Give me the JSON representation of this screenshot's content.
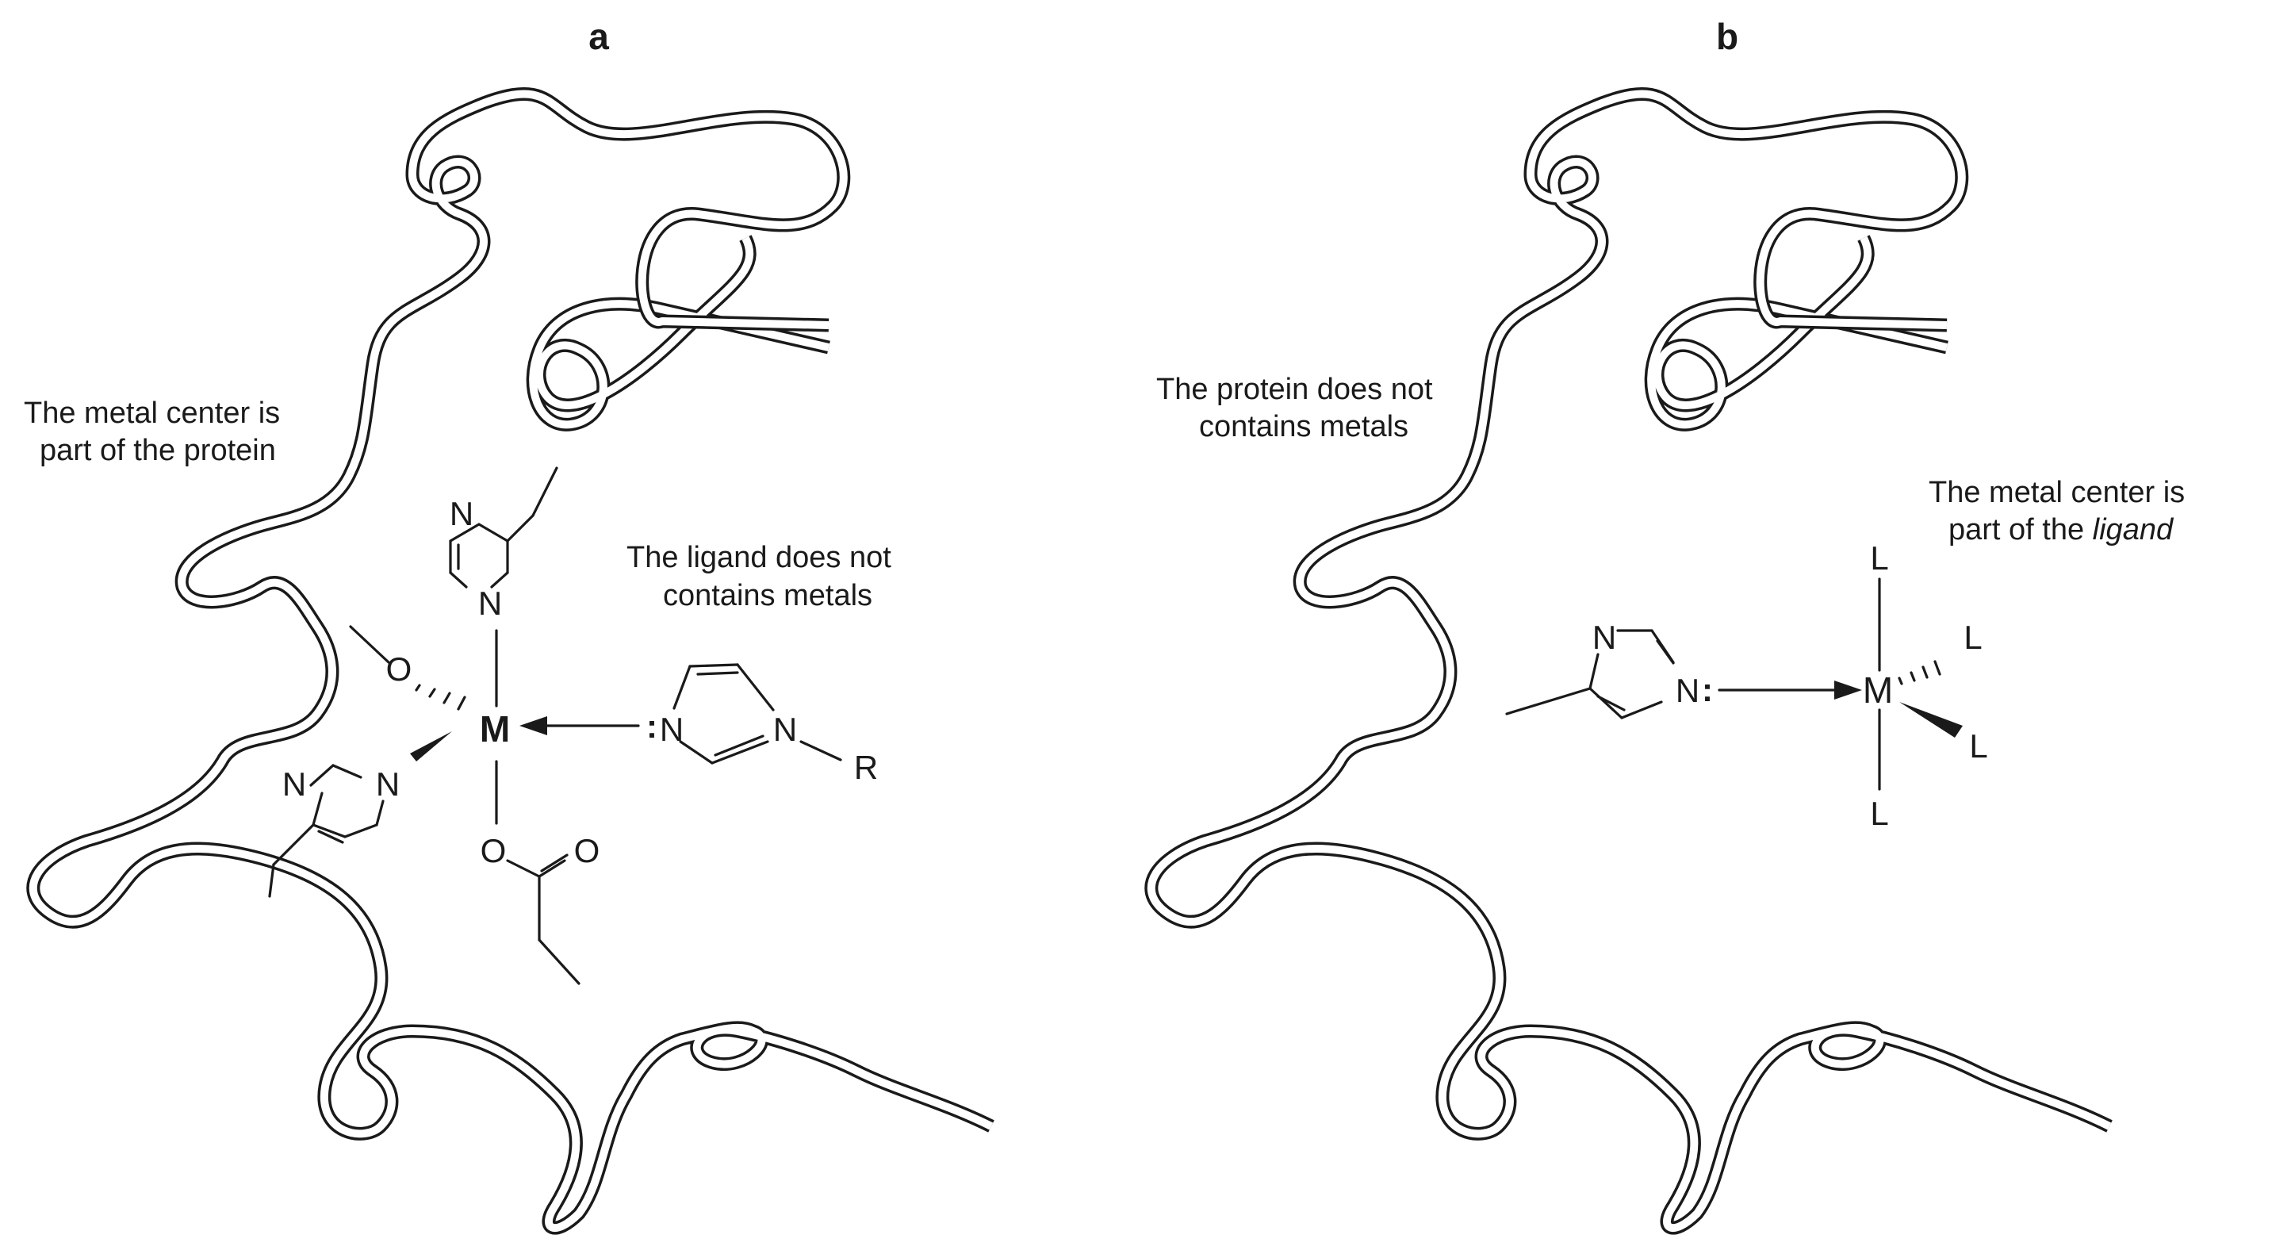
{
  "panel_a": {
    "letter": "a",
    "caption_metal_line1": "The metal center is",
    "caption_metal_line2": "part of the protein",
    "caption_ligand_line1": "The ligand does not",
    "caption_ligand_line2": "contains metals",
    "metal_symbol": "M",
    "nitrogen": "N",
    "oxygen": "O",
    "r_group": "R",
    "lone_pair": ":"
  },
  "panel_b": {
    "letter": "b",
    "caption_protein_line1": "The protein does not",
    "caption_protein_line2": "contains metals",
    "caption_metal_line1": "The metal center is",
    "caption_metal_line2_plain": "part of the ",
    "caption_metal_line2_italic": "ligand",
    "metal_symbol": "M",
    "nitrogen": "N",
    "ligand_symbol": "L",
    "lone_pair": ":"
  }
}
